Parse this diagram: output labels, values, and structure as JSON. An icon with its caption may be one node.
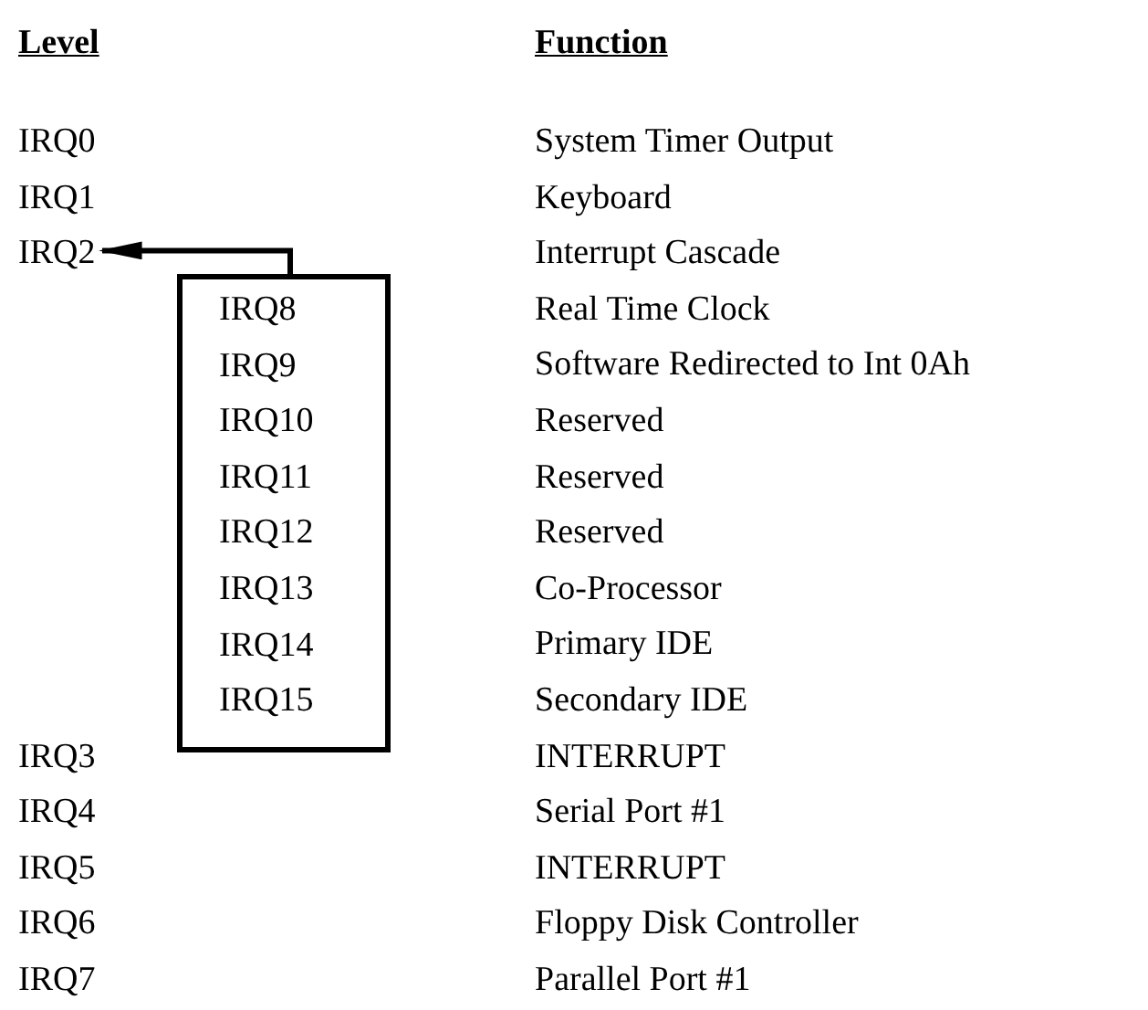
{
  "diagram": {
    "nodes": [
      {
        "text": [
          "IRQ2"
        ]
      },
      {
        "text": [
          "IRQ8",
          "IRQ9",
          "IRQ10",
          "IRQ11",
          "IRQ12",
          "IRQ13",
          "IRQ14",
          "IRQ15"
        ]
      }
    ],
    "edges": [
      {
        "from": 1,
        "to": 0,
        "arrow": "to"
      }
    ],
    "labels": [
      "Level",
      "Function",
      "IRQ0",
      "System Timer Output",
      "IRQ1",
      "Keyboard",
      "Interrupt Cascade",
      "Real Time Clock",
      "Software Redirected to Int 0Ah",
      "Reserved",
      "Reserved",
      "Reserved",
      "Co-Processor",
      "Primary IDE",
      "Secondary IDE",
      "IRQ3",
      "INTERRUPT",
      "IRQ4",
      "Serial Port #1",
      "IRQ5",
      "INTERRUPT",
      "IRQ6",
      "Floppy Disk Controller",
      "IRQ7",
      "Parallel Port #1"
    ]
  }
}
